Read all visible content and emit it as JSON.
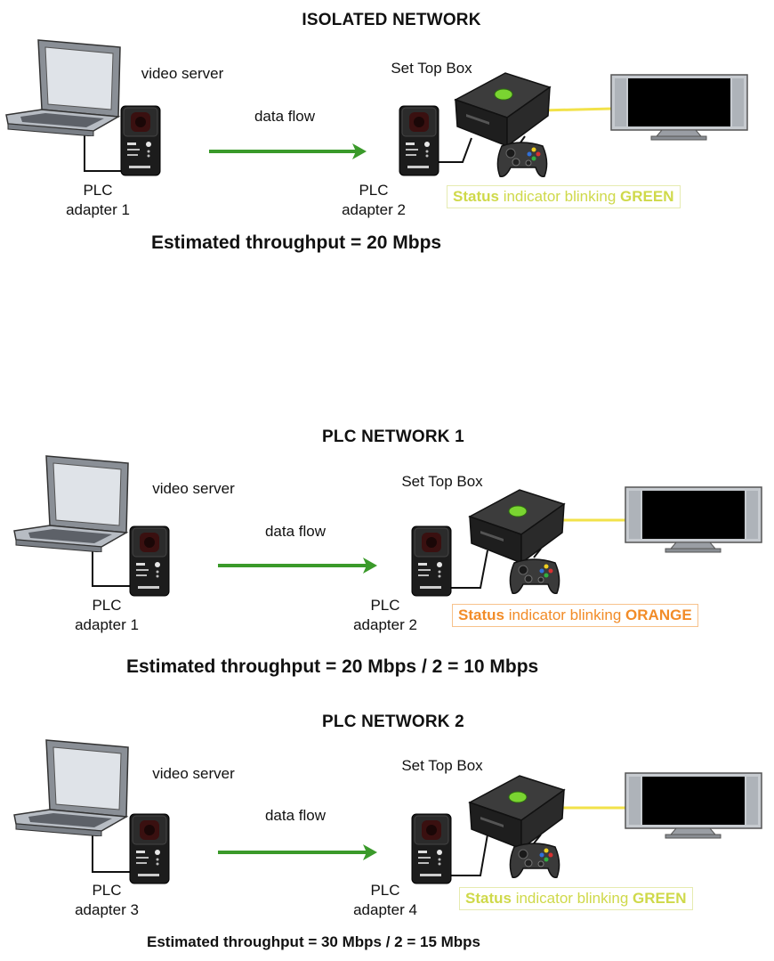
{
  "panels": [
    {
      "title": "ISOLATED NETWORK",
      "server_label": "video server",
      "flow_label": "data flow",
      "stb_label": "Set Top Box",
      "adapter_a": {
        "line1": "PLC",
        "line2": "adapter 1"
      },
      "adapter_b": {
        "line1": "PLC",
        "line2": "adapter 2"
      },
      "status": {
        "word": "Status",
        "mid": " indicator blinking ",
        "color_word": "GREEN",
        "color": "#cfd94a",
        "border": "#e6ebb0"
      },
      "throughput": "Estimated throughput = 20 Mbps"
    },
    {
      "title": "PLC NETWORK 1",
      "server_label": "video server",
      "flow_label": "data flow",
      "stb_label": "Set Top Box",
      "adapter_a": {
        "line1": "PLC",
        "line2": "adapter 1"
      },
      "adapter_b": {
        "line1": "PLC",
        "line2": "adapter 2"
      },
      "status": {
        "word": "Status",
        "mid": " indicator blinking ",
        "color_word": "ORANGE",
        "color": "#f28c28",
        "border": "#f7c28c"
      },
      "throughput": "Estimated throughput = 20 Mbps / 2 = 10 Mbps"
    },
    {
      "title": "PLC NETWORK 2",
      "server_label": "video server",
      "flow_label": "data flow",
      "stb_label": "Set Top Box",
      "adapter_a": {
        "line1": "PLC",
        "line2": "adapter 3"
      },
      "adapter_b": {
        "line1": "PLC",
        "line2": "adapter 4"
      },
      "status": {
        "word": "Status",
        "mid": " indicator blinking ",
        "color_word": "GREEN",
        "color": "#cfd94a",
        "border": "#e6ebb0"
      },
      "throughput": "Estimated throughput = 30 Mbps / 2 = 15 Mbps"
    }
  ],
  "colors": {
    "arrow": "#3a9a2a",
    "cable_av": "#f2e24a",
    "cable_lan": "#111111"
  },
  "icons": [
    "laptop-icon",
    "plc-adapter-icon",
    "set-top-box-icon",
    "gamepad-icon",
    "tv-icon",
    "arrow-icon"
  ]
}
